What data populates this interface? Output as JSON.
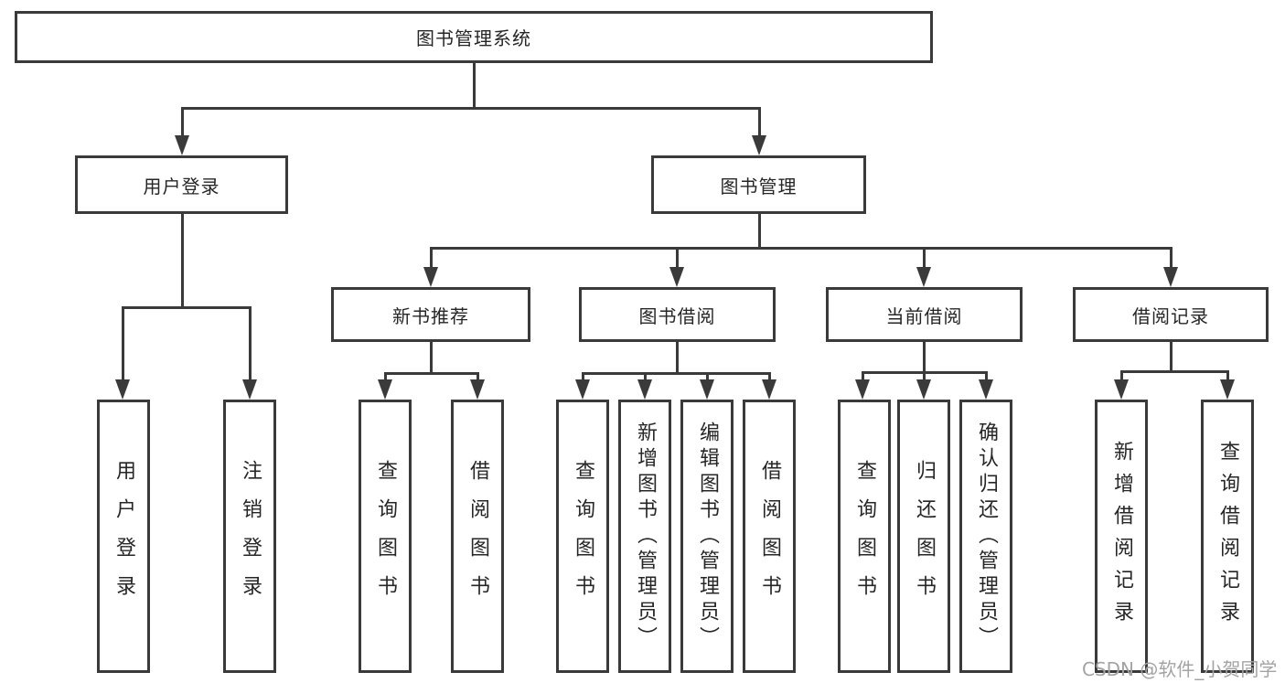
{
  "diagram": {
    "root": "图书管理系统",
    "level2": {
      "user_login": "用户登录",
      "book_mgmt": "图书管理"
    },
    "level3": {
      "new_books": "新书推荐",
      "book_borrow": "图书借阅",
      "current_borrow": "当前借阅",
      "borrow_records": "借阅记录"
    },
    "leaves": {
      "user_login": [
        "用户登录",
        "注销登录"
      ],
      "new_books": [
        "查询图书",
        "借阅图书"
      ],
      "book_borrow": [
        "查询图书",
        "新增图书（管理员）",
        "编辑图书（管理员）",
        "借阅图书"
      ],
      "current_borrow": [
        "查询图书",
        "归还图书",
        "确认归还（管理员）"
      ],
      "borrow_records": [
        "新增借阅记录",
        "查询借阅记录"
      ]
    }
  },
  "watermark": {
    "text": "CSDN @软件_小贺同学",
    "color": "#a3a3a3"
  },
  "colors": {
    "background": "#ffffff",
    "line": "#3a3a3a",
    "box_border": "#3a3a3a",
    "box_fill": "#ffffff",
    "text": "#262626"
  }
}
